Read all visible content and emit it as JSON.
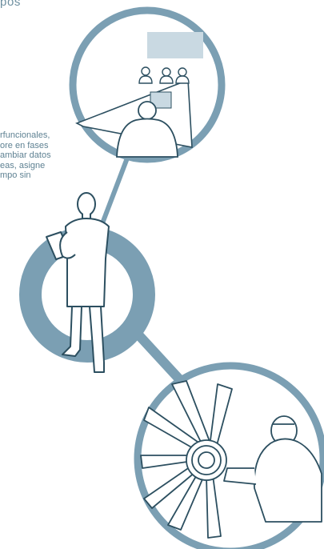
{
  "page": {
    "heading_fragment": "pos",
    "side_text_lines": [
      "rfuncionales,",
      "ore en fases",
      "ambiar datos",
      "eas, asigne",
      "mpo sin"
    ]
  },
  "colors": {
    "ring": "#7b9fb3",
    "line_art": "#2c4f60",
    "text": "#6e8fa0",
    "panel": "#c9d9e2",
    "background": "#ffffff"
  },
  "icons": [
    "meeting-scene",
    "doctor-figure",
    "turbine-technician"
  ]
}
